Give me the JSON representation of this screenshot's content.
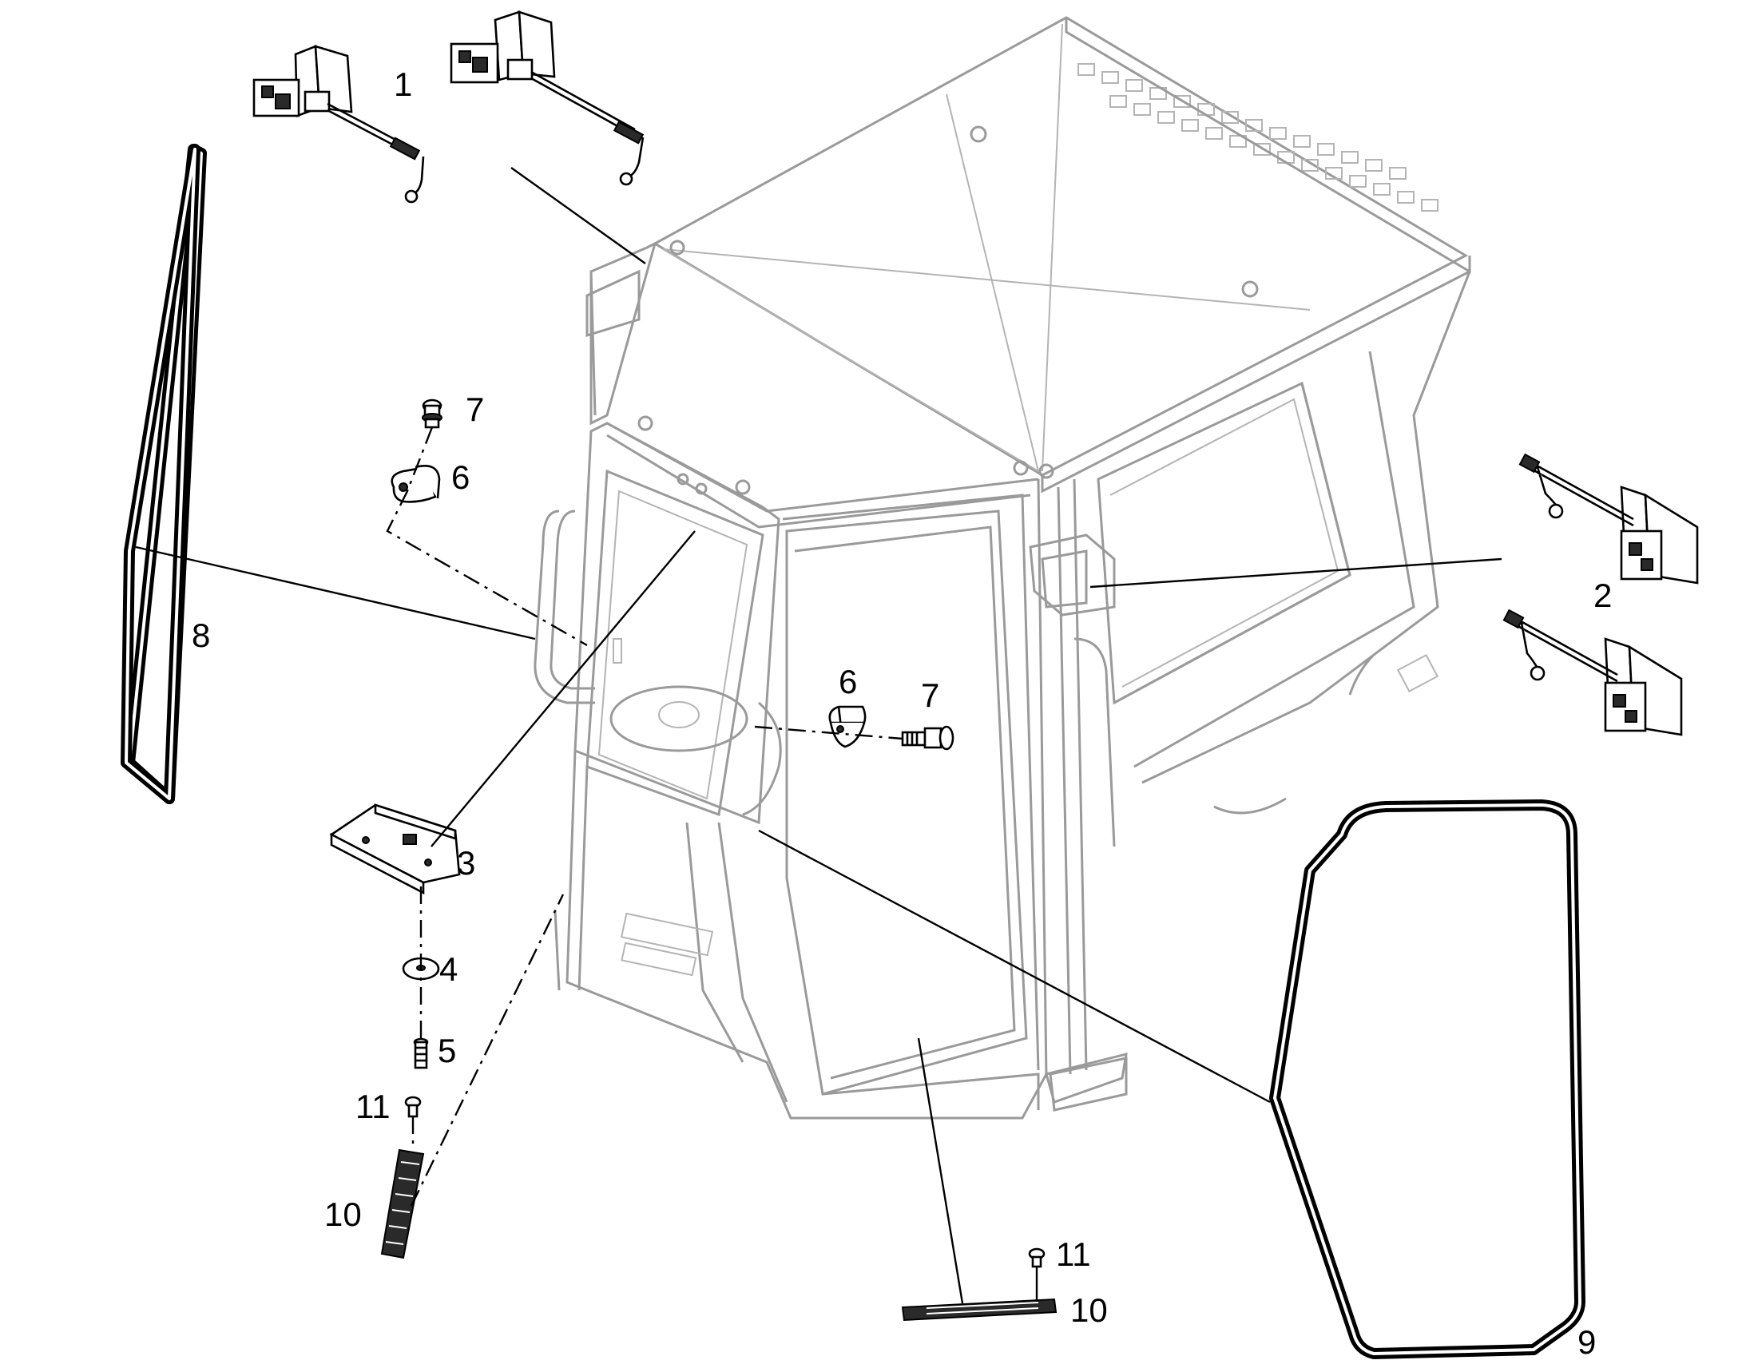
{
  "callouts": {
    "c1": "1",
    "c2": "2",
    "c3": "3",
    "c4": "4",
    "c5": "5",
    "c6a": "6",
    "c6b": "6",
    "c7a": "7",
    "c7b": "7",
    "c8": "8",
    "c9": "9",
    "c10a": "10",
    "c10b": "10",
    "c11a": "11",
    "c11b": "11"
  }
}
